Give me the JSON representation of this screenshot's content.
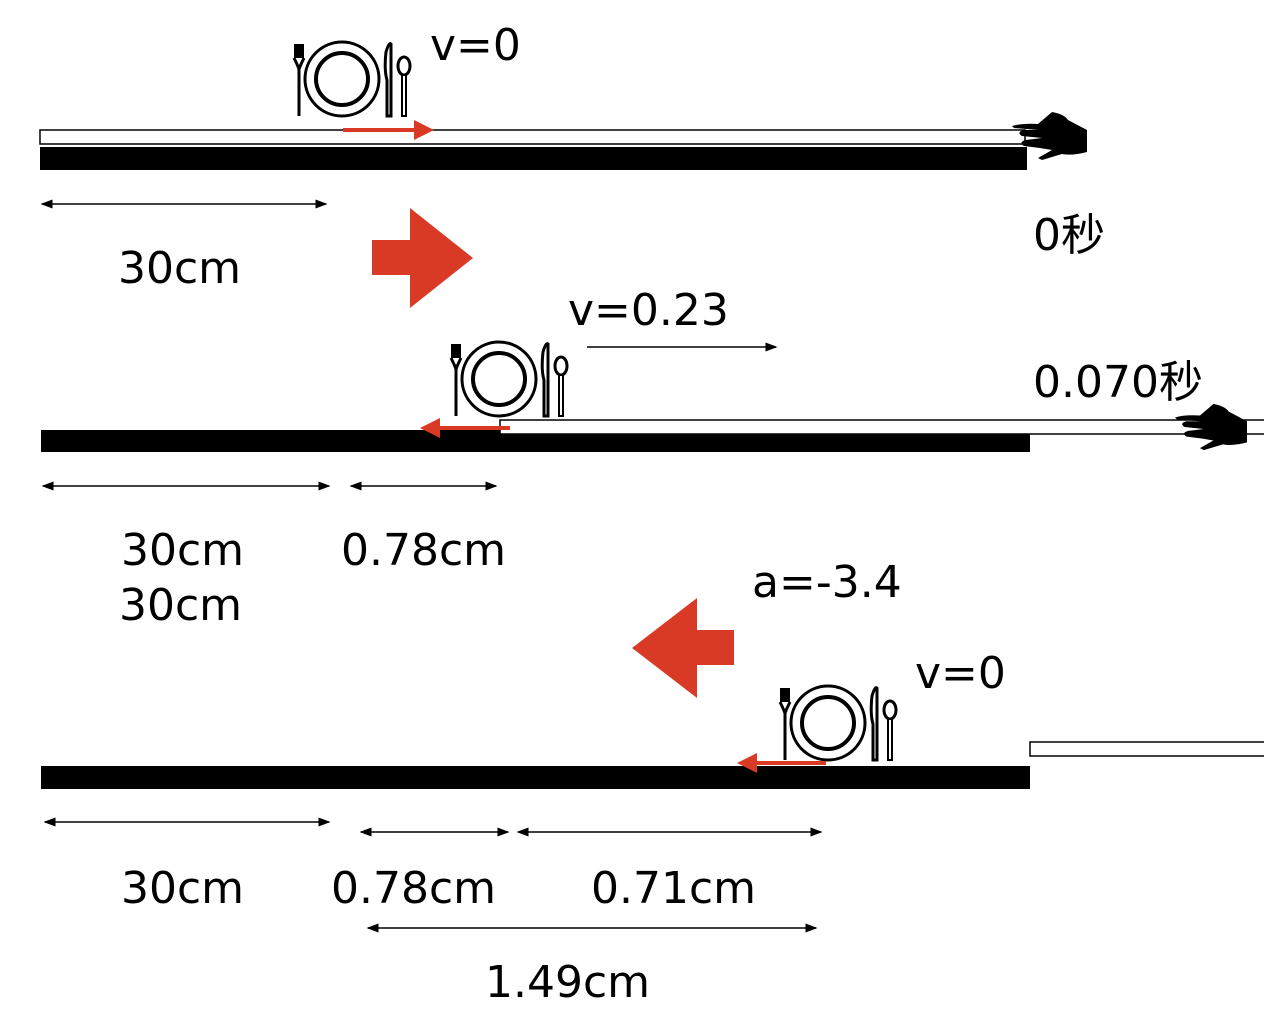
{
  "colors": {
    "accent": "#d93a26",
    "table": "#000000"
  },
  "panel1": {
    "velocity": "v=0",
    "time": "0秒",
    "dim_table": "30cm"
  },
  "panel2": {
    "velocity": "v=0.23",
    "time": "0.070秒",
    "dim_table": "30cm",
    "dim_slide": "0.78cm",
    "dim_table_repeat": "30cm"
  },
  "panel3": {
    "acceleration": "a=-3.4",
    "velocity": "v=0",
    "dim_table": "30cm",
    "dim_slide": "0.78cm",
    "dim_decel": "0.71cm",
    "dim_total": "1.49cm"
  },
  "icons": [
    "plate-cutlery-icon",
    "hand-icon",
    "arrow-right-icon",
    "arrow-left-icon"
  ]
}
